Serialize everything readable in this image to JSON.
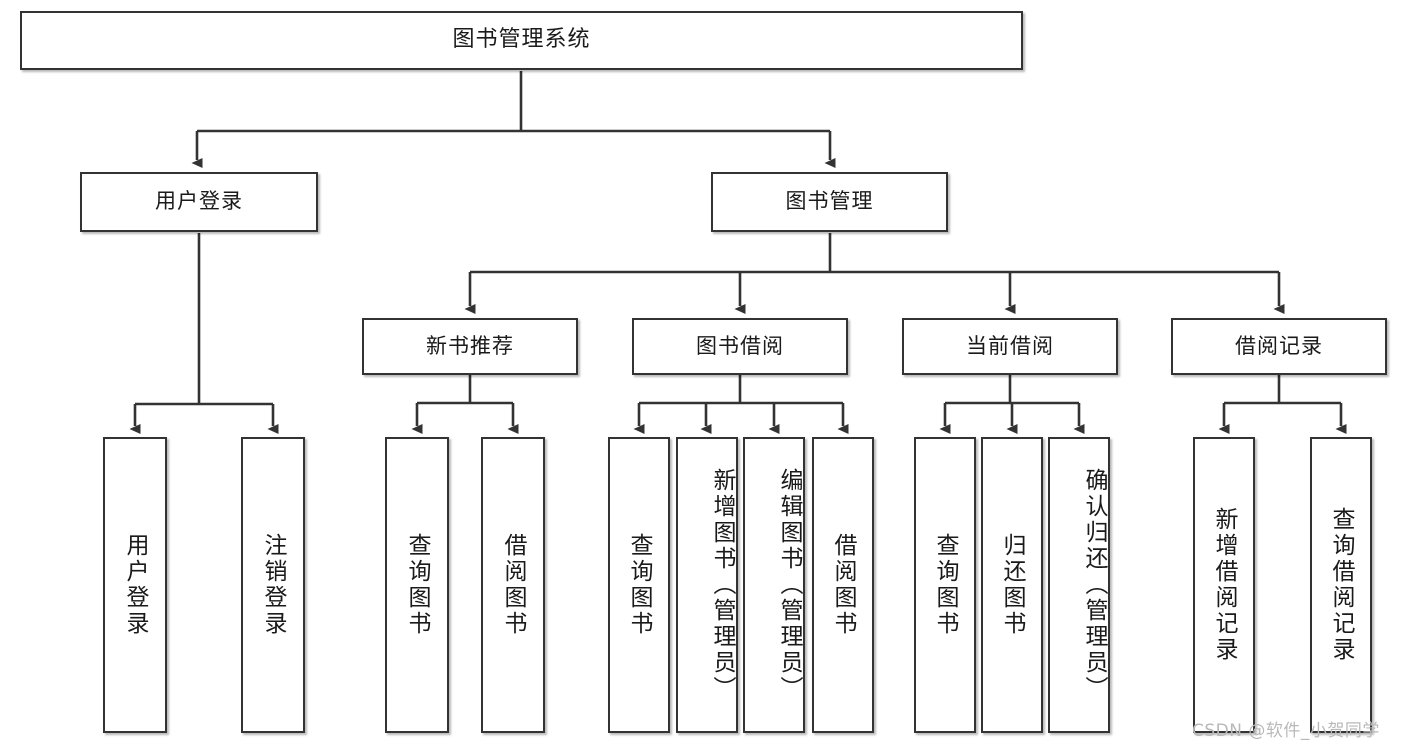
{
  "diagram": {
    "title": "图书管理系统",
    "type": "tree-hierarchy-chart",
    "colors": {
      "box_border": "#333333",
      "box_fill": "#ffffff",
      "connector": "#333333",
      "watermark": "#b9b9b9",
      "background": "#ffffff"
    },
    "root": {
      "label": "图书管理系统"
    },
    "level2": [
      {
        "label": "用户登录"
      },
      {
        "label": "图书管理"
      }
    ],
    "level3": [
      {
        "label": "新书推荐"
      },
      {
        "label": "图书借阅"
      },
      {
        "label": "当前借阅"
      },
      {
        "label": "借阅记录"
      }
    ],
    "leaves": {
      "user_login": [
        {
          "label": "用户登录"
        },
        {
          "label": "注销登录"
        }
      ],
      "new_book_recommend": [
        {
          "label": "查询图书"
        },
        {
          "label": "借阅图书"
        }
      ],
      "book_borrow": [
        {
          "label": "查询图书"
        },
        {
          "label": "新增图书（管理员）"
        },
        {
          "label": "编辑图书（管理员）"
        },
        {
          "label": "借阅图书"
        }
      ],
      "current_borrow": [
        {
          "label": "查询图书"
        },
        {
          "label": "归还图书"
        },
        {
          "label": "确认归还（管理员）"
        }
      ],
      "borrow_record": [
        {
          "label": "新增借阅记录"
        },
        {
          "label": "查询借阅记录"
        }
      ]
    }
  },
  "watermark": {
    "text": "CSDN @软件_小贺同学"
  }
}
